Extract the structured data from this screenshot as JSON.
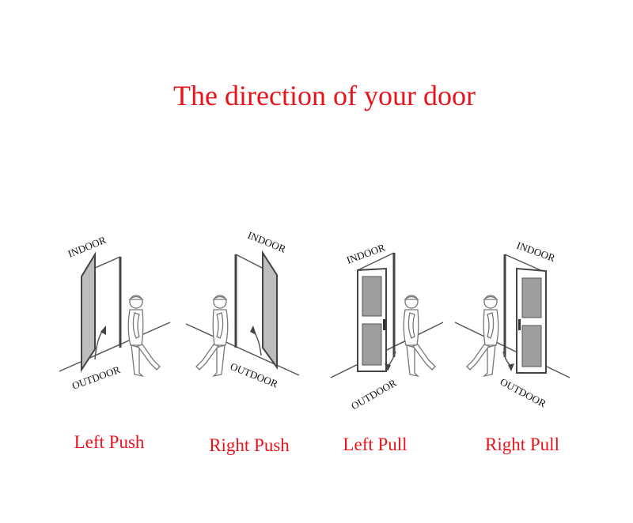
{
  "title": "The direction of your door",
  "panels": [
    {
      "label": "Left Push",
      "indoor": "INDOOR",
      "outdoor": "OUTDOOR"
    },
    {
      "label": "Right Push",
      "indoor": "INDOOR",
      "outdoor": "OUTDOOR"
    },
    {
      "label": "Left Pull",
      "indoor": "INDOOR",
      "outdoor": "OUTDOOR"
    },
    {
      "label": "Right Pull",
      "indoor": "INDOOR",
      "outdoor": "OUTDOOR"
    }
  ],
  "colors": {
    "accent": "#e8141b"
  }
}
